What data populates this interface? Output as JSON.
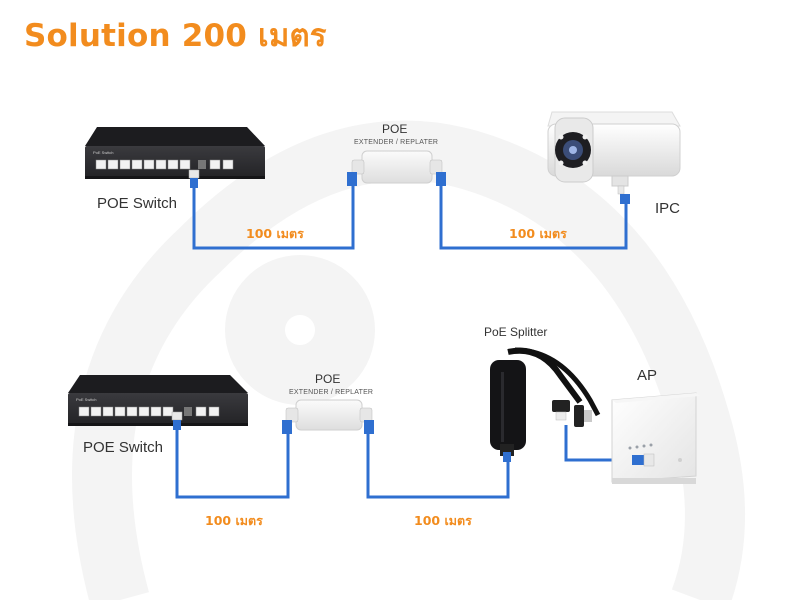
{
  "title": "Solution 200 เมตร",
  "top": {
    "switch_label": "POE Switch",
    "extender_title": "POE",
    "extender_subtitle": "EXTENDER / REPLATER",
    "camera_label": "IPC",
    "dist_1": "100 เมตร",
    "dist_2": "100 เมตร"
  },
  "bottom": {
    "switch_label": "POE Switch",
    "extender_title": "POE",
    "extender_subtitle": "EXTENDER / REPLATER",
    "splitter_label": "PoE Splitter",
    "ap_label": "AP",
    "dist_1": "100 เมตร",
    "dist_2": "100 เมตร"
  },
  "switch_faceplate": {
    "brand": "PoE Switch"
  },
  "colors": {
    "title": "#f28c1e",
    "cable": "#2f6fd0",
    "distance_text": "#f28c1e",
    "switch_body": "#2b2b2e",
    "background_watermark": "#f4f4f4"
  }
}
